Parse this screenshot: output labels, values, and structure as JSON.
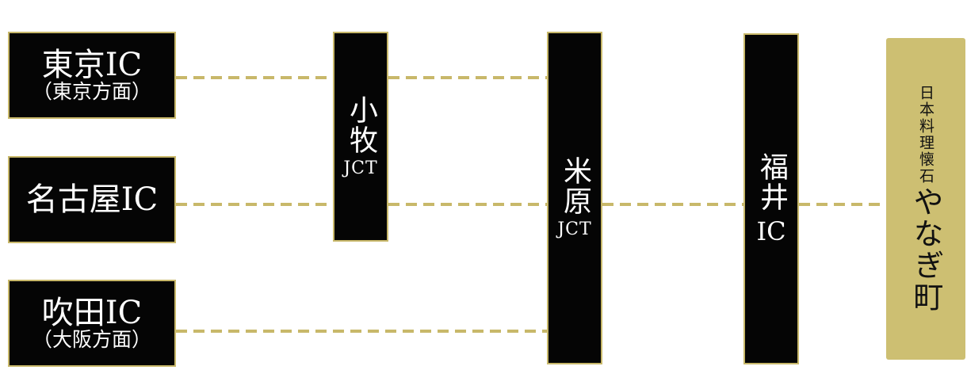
{
  "colors": {
    "box_fill": "#050505",
    "box_border": "#c8b86a",
    "line": "#c8b86a",
    "destination_fill": "#cdbf72"
  },
  "origins": [
    {
      "main": "東京IC",
      "sub": "（東京方面）"
    },
    {
      "main": "名古屋IC",
      "sub": ""
    },
    {
      "main": "吹田IC",
      "sub": "（大阪方面）"
    }
  ],
  "komaki": {
    "name": "小牧",
    "suffix": "JCT"
  },
  "maibara": {
    "name": "米原",
    "suffix": "JCT"
  },
  "fukui": {
    "name": "福井",
    "suffix": "IC"
  },
  "destination": {
    "category": "日本料理懐石",
    "name": "やなぎ町"
  }
}
